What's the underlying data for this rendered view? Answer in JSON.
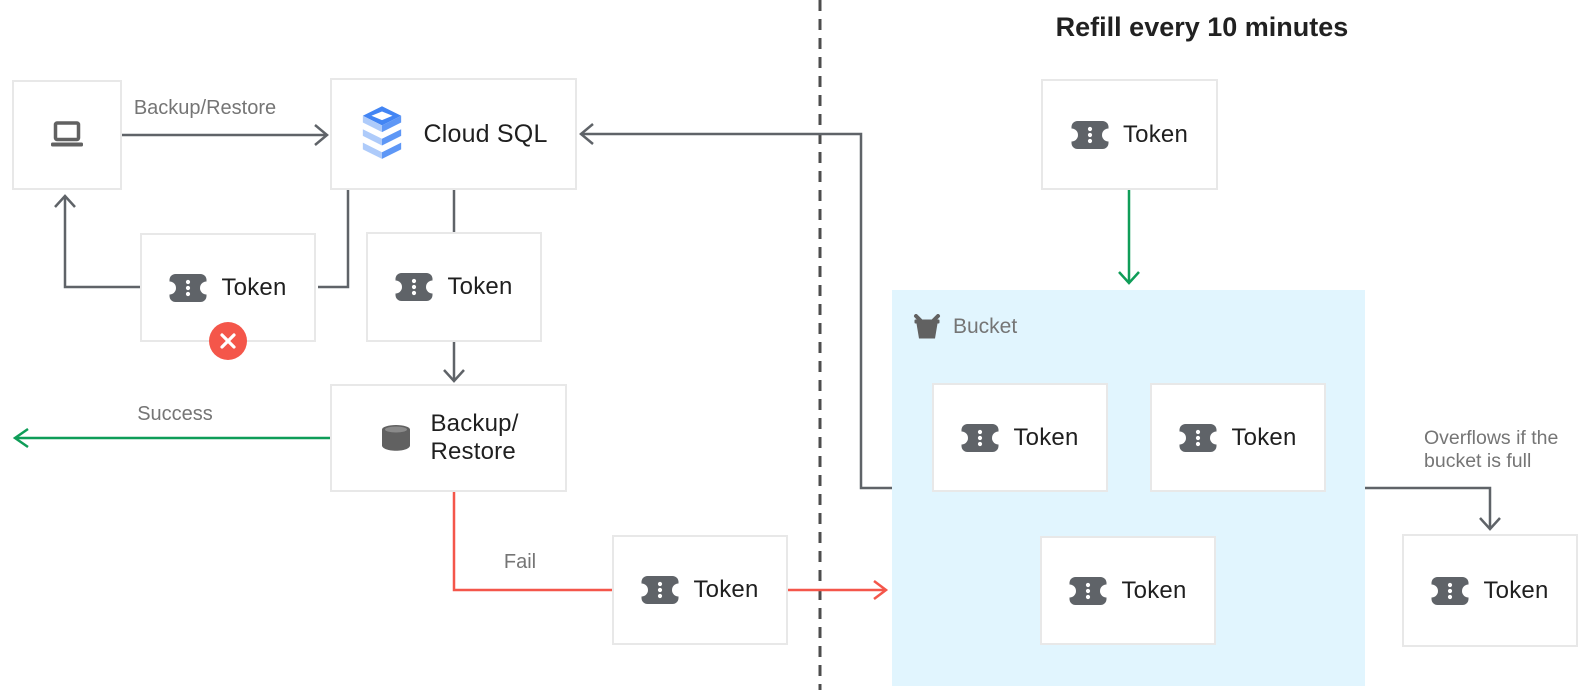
{
  "diagram": {
    "title": "Refill every 10 minutes",
    "edge_labels": {
      "backup_restore": "Backup/Restore",
      "success": "Success",
      "fail": "Fail",
      "overflow_line1": "Overflows if the",
      "overflow_line2": "bucket is full"
    },
    "nodes": {
      "cloud_sql": "Cloud SQL",
      "backup_restore_line1": "Backup/",
      "backup_restore_line2": "Restore",
      "bucket": "Bucket"
    },
    "tokens": {
      "rejected": "Token",
      "pending": "Token",
      "failed": "Token",
      "refill": "Token",
      "bucket_1": "Token",
      "bucket_2": "Token",
      "bucket_3": "Token",
      "overflow": "Token"
    },
    "colors": {
      "success_green": "#0f9d58",
      "fail_red": "#f4564a",
      "line_gray": "#5f6368",
      "bucket_fill": "#e1f5fe",
      "box_border": "#e8e8e8",
      "label_gray": "#757575",
      "text_dark": "#212121",
      "badge_red": "#f4564a",
      "cloud_sql_blue": "#4285f4"
    }
  }
}
